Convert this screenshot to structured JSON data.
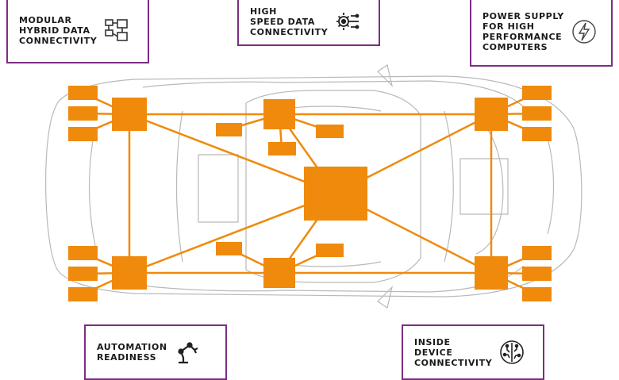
{
  "callouts": {
    "modular": {
      "label": "MODULAR\nHYBRID DATA\nCONNECTIVITY",
      "icon": "modular-blocks-icon"
    },
    "high_speed": {
      "label": "HIGH\nSPEED DATA\nCONNECTIVITY",
      "icon": "circuit-gear-icon"
    },
    "power": {
      "label": "POWER SUPPLY\nFOR HIGH\nPERFORMANCE\nCOMPUTERS",
      "icon": "lightning-bolt-icon"
    },
    "automation": {
      "label": "AUTOMATION\nREADINESS",
      "icon": "robot-arm-icon"
    },
    "inside_device": {
      "label": "INSIDE\nDEVICE\nCONNECTIVITY",
      "icon": "circuit-brain-icon"
    }
  },
  "colors": {
    "node": "#ef8a0c",
    "link": "#ef8a0c",
    "border": "#7b2d83",
    "car_outline": "#b9b9b9"
  }
}
